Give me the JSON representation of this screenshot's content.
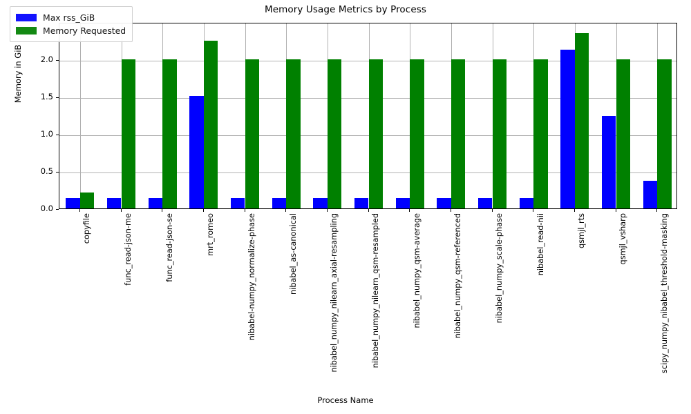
{
  "chart_data": {
    "type": "bar",
    "title": "Memory Usage Metrics by Process",
    "xlabel": "Process Name",
    "ylabel": "Memory in GiB",
    "grid": true,
    "legend_position": "upper left",
    "ylim": [
      0.0,
      2.5
    ],
    "yticks": [
      "0.0",
      "0.5",
      "1.0",
      "1.5",
      "2.0"
    ],
    "ytick_values": [
      0.0,
      0.5,
      1.0,
      1.5,
      2.0
    ],
    "categories": [
      "copyfile",
      "func_read-json-me",
      "func_read-json-se",
      "mrt_romeo",
      "nibabel-numpy_normalize-phase",
      "nibabel_as-canonical",
      "nibabel_numpy_nilearn_axial-resampling",
      "nibabel_numpy_nilearn_qsm-resampled",
      "nibabel_numpy_qsm-average",
      "nibabel_numpy_qsm-referenced",
      "nibabel_numpy_scale-phase",
      "nibabel_read-nii",
      "qsmjl_rts",
      "qsmjl_vsharp",
      "scipy_numpy_nibabel_threshold-masking"
    ],
    "series": [
      {
        "name": "Max rss_GiB",
        "color": "#0000ff",
        "values": [
          0.14,
          0.14,
          0.14,
          1.51,
          0.14,
          0.14,
          0.14,
          0.14,
          0.14,
          0.14,
          0.14,
          0.14,
          2.13,
          1.24,
          0.37
        ]
      },
      {
        "name": "Memory Requested",
        "color": "#008000",
        "values": [
          0.21,
          2.0,
          2.0,
          2.25,
          2.0,
          2.0,
          2.0,
          2.0,
          2.0,
          2.0,
          2.0,
          2.0,
          2.35,
          2.0,
          2.0
        ]
      }
    ]
  }
}
